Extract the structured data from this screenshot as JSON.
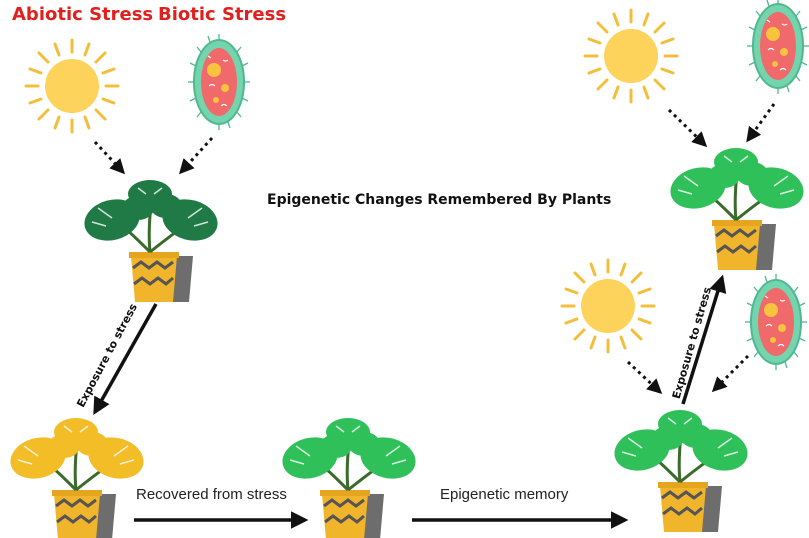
{
  "labels": {
    "abiotic": "Abiotic Stress",
    "biotic": "Biotic Stress",
    "title": "Epigenetic Changes Remembered By Plants",
    "exposure_left": "Exposure to stress",
    "exposure_right": "Exposure to stress",
    "recovered": "Recovered from stress",
    "memory": "Epigenetic memory"
  },
  "colors": {
    "stress_red": "#e0201c",
    "sun": "#fdd35c",
    "sun_ray": "#f4bd3a",
    "cell_body": "#f0696b",
    "cell_membrane": "#74d4ad",
    "cell_nucleus": "#f8c33e",
    "leaf_dark": "#1f7a45",
    "leaf_bright": "#2fc05a",
    "leaf_yellow": "#f3bd28",
    "pot": "#f1b52b",
    "pot_shadow": "#6d6d6d"
  },
  "icons": [
    "sun-icon",
    "pathogen-cell-icon",
    "potted-plant-icon",
    "arrow-icon"
  ]
}
